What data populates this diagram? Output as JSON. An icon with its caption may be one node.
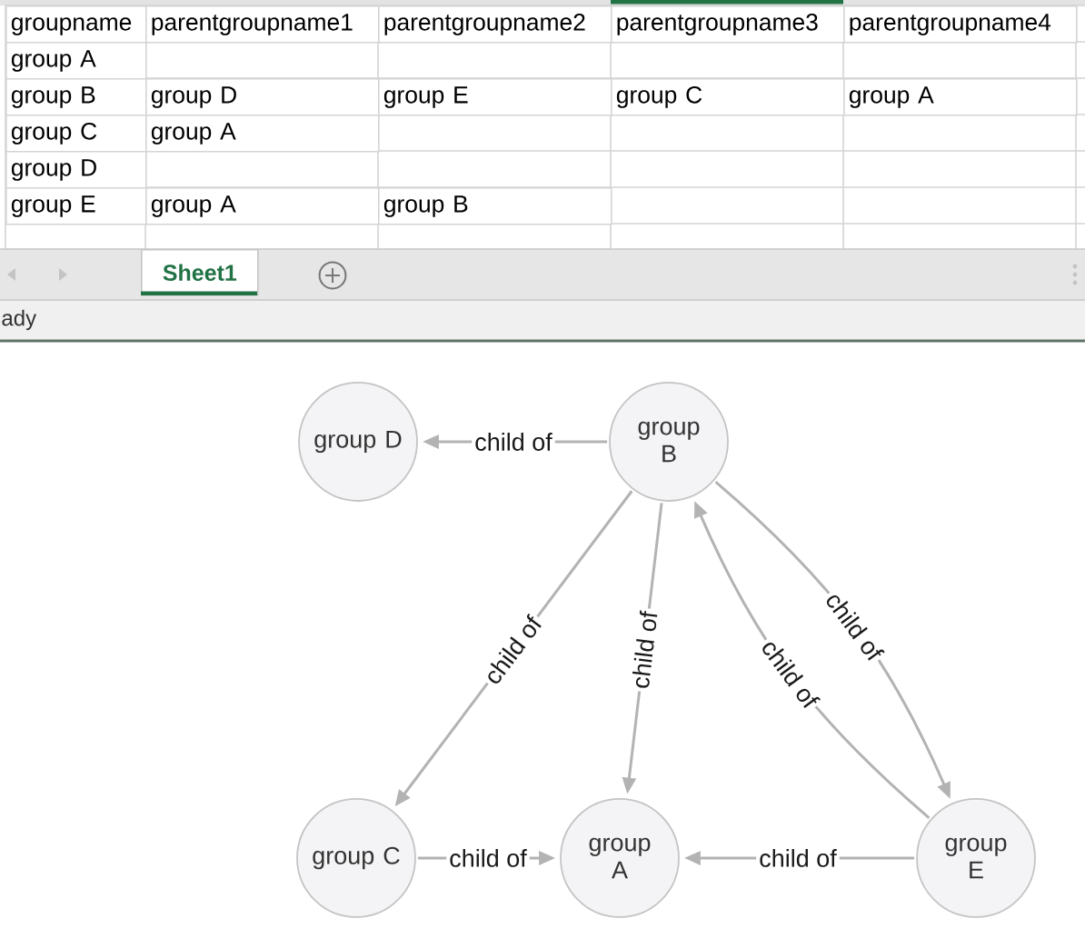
{
  "diagram": {
    "nodes": [
      {
        "text": [
          "group D"
        ]
      },
      {
        "text": [
          "group B"
        ]
      },
      {
        "text": [
          "group C"
        ]
      },
      {
        "text": [
          "group A"
        ]
      },
      {
        "text": [
          "group E"
        ]
      }
    ],
    "edges": [
      {
        "from": 1,
        "to": 0,
        "arrow": "to",
        "label": "child of"
      },
      {
        "from": 1,
        "to": 2,
        "arrow": "to",
        "label": "child of"
      },
      {
        "from": 1,
        "to": 3,
        "arrow": "to",
        "label": "child of"
      },
      {
        "from": 1,
        "to": 4,
        "arrow": "to",
        "label": "child of"
      },
      {
        "from": 4,
        "to": 1,
        "arrow": "to",
        "label": "child of"
      },
      {
        "from": 2,
        "to": 3,
        "arrow": "to",
        "label": "child of"
      },
      {
        "from": 4,
        "to": 3,
        "arrow": "to",
        "label": "child of"
      }
    ],
    "labels": [
      "groupname",
      "parentgroupname1",
      "parentgroupname2",
      "parentgroupname3",
      "parentgroupname4",
      "group A",
      "group B",
      "group D",
      "group E",
      "group C",
      "group A",
      "group C",
      "group A",
      "group D",
      "group E",
      "group A",
      "group B",
      "Sheet1",
      "ady"
    ]
  }
}
